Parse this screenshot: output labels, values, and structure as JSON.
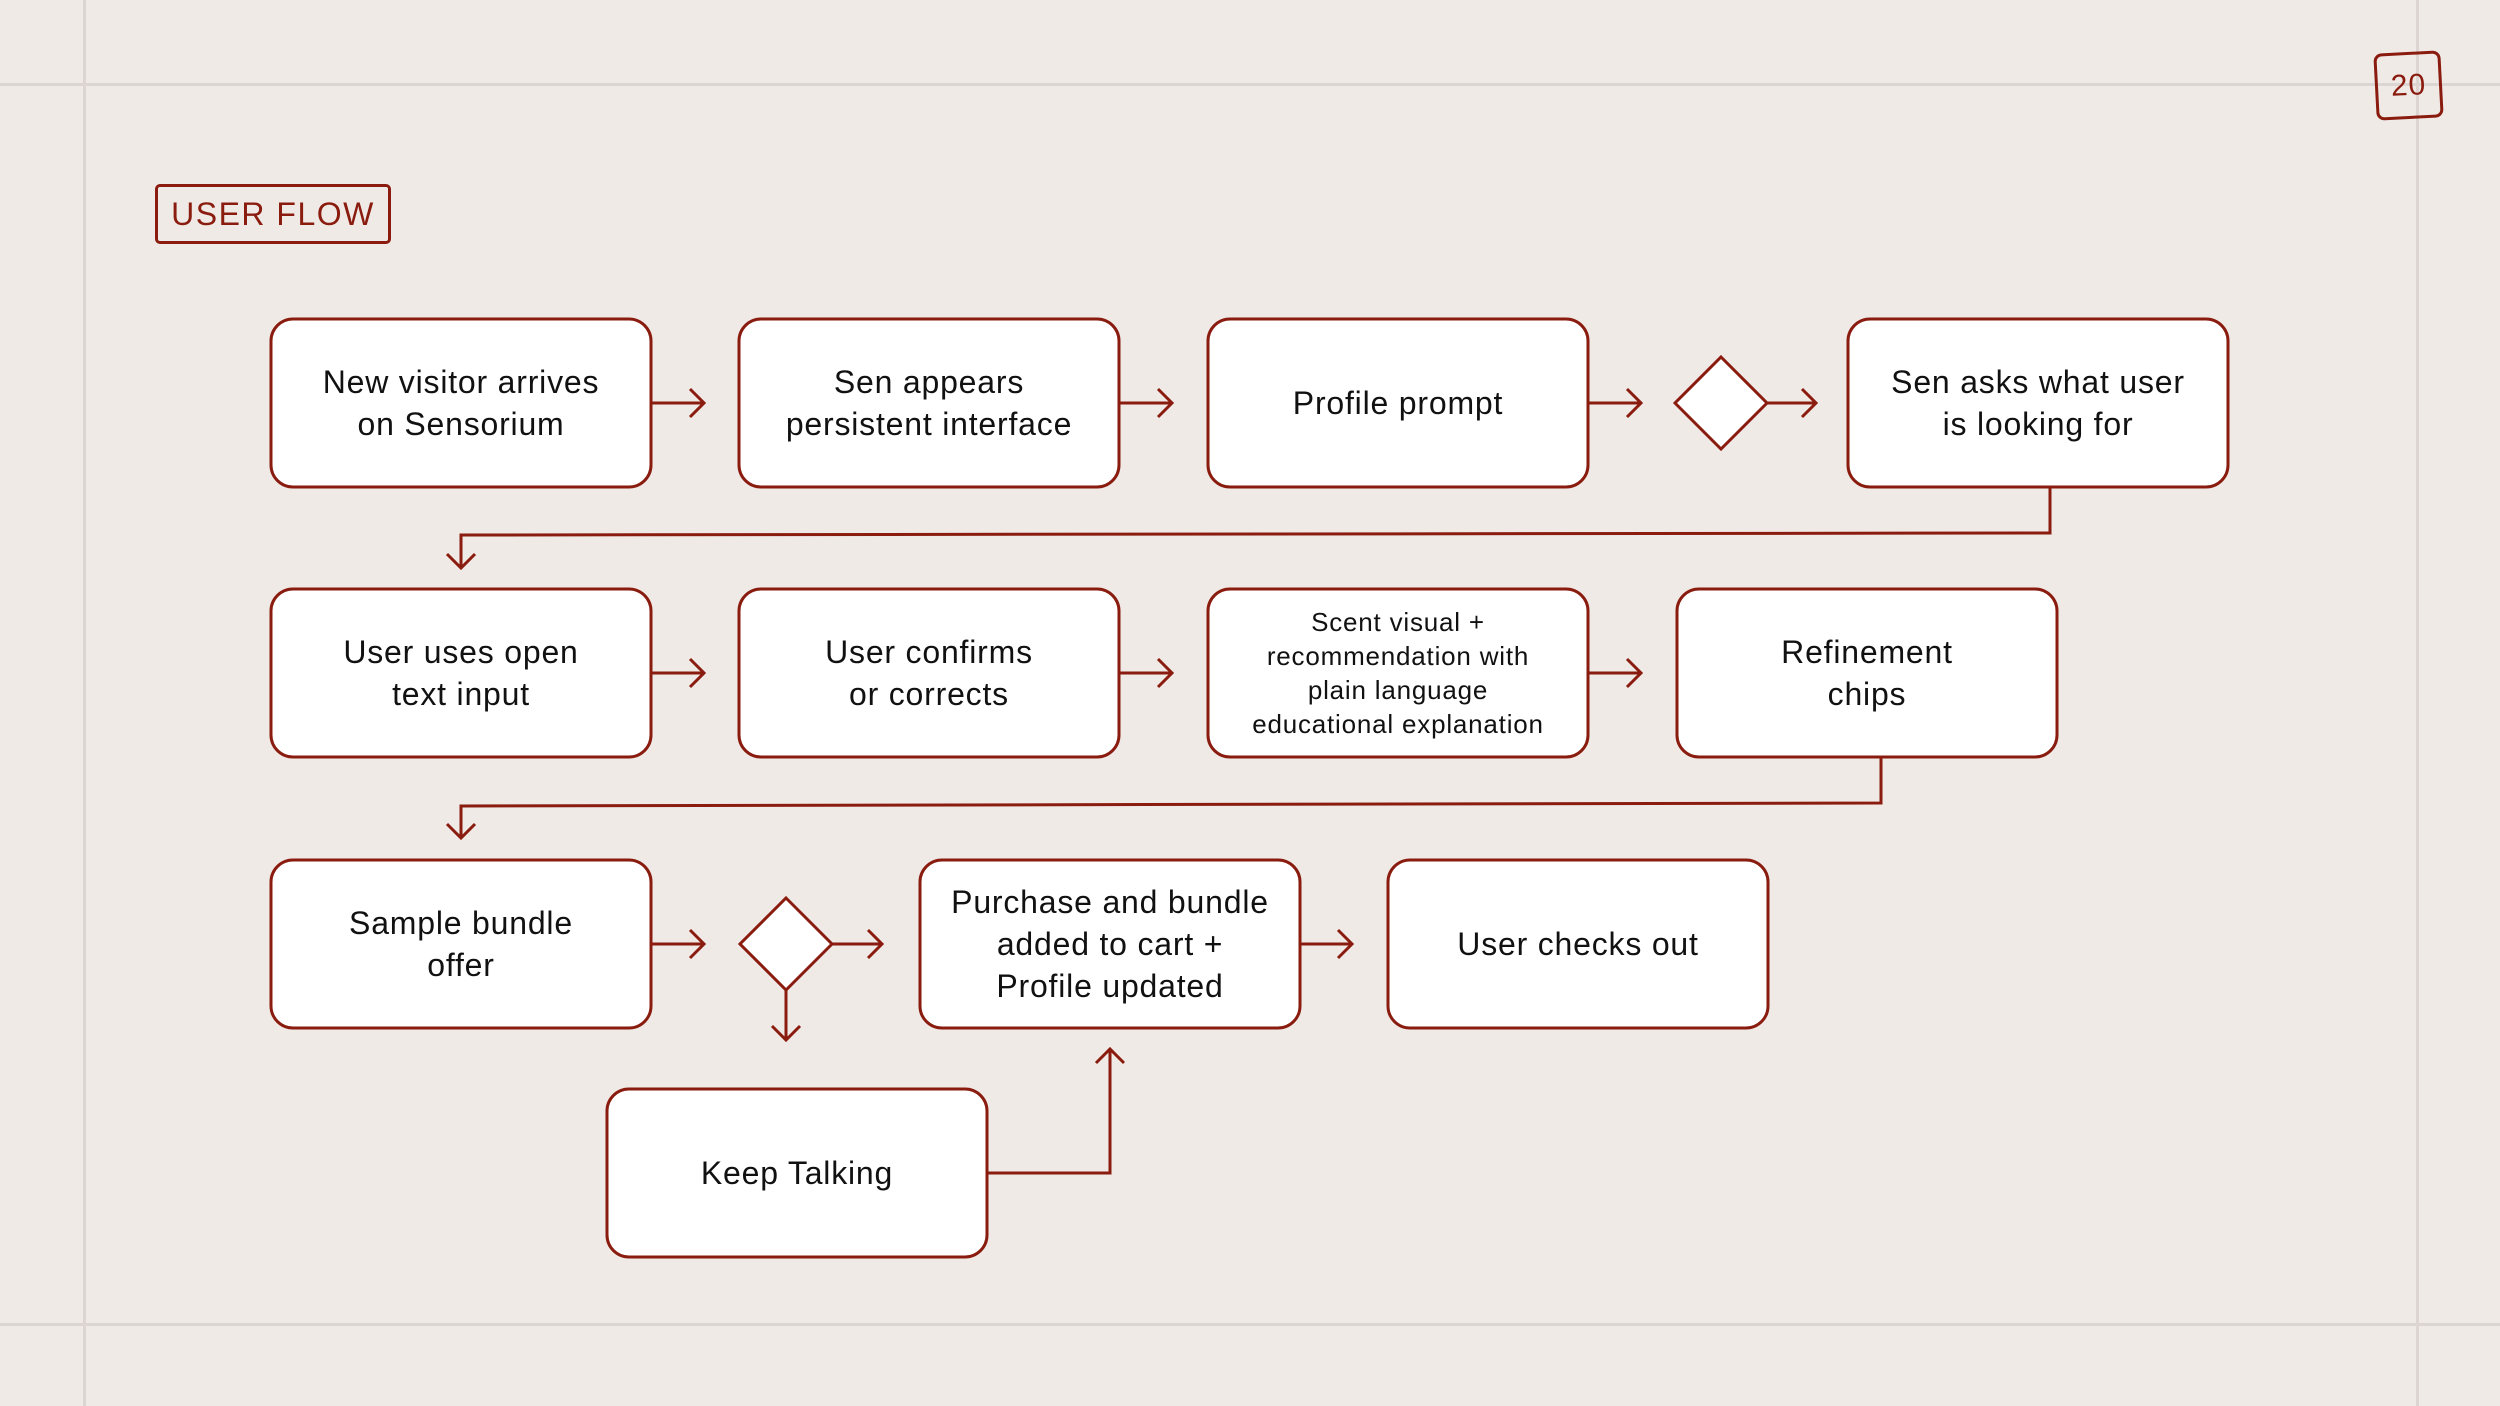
{
  "page_number": "20",
  "section_label": "USER FLOW",
  "colors": {
    "background": "#f0eae7",
    "accent": "#8a1c0f",
    "node_fill": "#ffffff",
    "guide": "#dcd5d1"
  },
  "nodes": [
    {
      "id": "n1",
      "lines": [
        "New visitor arrives",
        "on Sensorium"
      ]
    },
    {
      "id": "n2",
      "lines": [
        "Sen appears",
        "persistent interface"
      ]
    },
    {
      "id": "n3",
      "lines": [
        "Profile prompt"
      ]
    },
    {
      "id": "n4",
      "lines": [
        "Sen asks what user",
        "is looking for"
      ]
    },
    {
      "id": "n5",
      "lines": [
        "User uses open",
        "text input"
      ]
    },
    {
      "id": "n6",
      "lines": [
        "User confirms",
        "or corrects"
      ]
    },
    {
      "id": "n7",
      "lines": [
        "Scent visual +",
        "recommendation with",
        "plain language",
        "educational explanation"
      ]
    },
    {
      "id": "n8",
      "lines": [
        "Refinement",
        "chips"
      ]
    },
    {
      "id": "n9",
      "lines": [
        "Sample bundle",
        "offer"
      ]
    },
    {
      "id": "n10",
      "lines": [
        "Purchase and bundle",
        "added to cart +",
        "Profile updated"
      ]
    },
    {
      "id": "n11",
      "lines": [
        "User checks out"
      ]
    },
    {
      "id": "n12",
      "lines": [
        "Keep Talking"
      ]
    }
  ],
  "decisions": [
    {
      "id": "d1"
    },
    {
      "id": "d2"
    }
  ],
  "connections": [
    {
      "from": "n1",
      "to": "n2"
    },
    {
      "from": "n2",
      "to": "n3"
    },
    {
      "from": "n3",
      "to": "d1"
    },
    {
      "from": "d1",
      "to": "n4"
    },
    {
      "from": "n4",
      "to": "n5"
    },
    {
      "from": "n5",
      "to": "n6"
    },
    {
      "from": "n6",
      "to": "n7"
    },
    {
      "from": "n7",
      "to": "n8"
    },
    {
      "from": "n8",
      "to": "n9"
    },
    {
      "from": "n9",
      "to": "d2"
    },
    {
      "from": "d2",
      "to": "n10"
    },
    {
      "from": "d2",
      "to": "n12"
    },
    {
      "from": "n10",
      "to": "n11"
    },
    {
      "from": "n12",
      "to": "n10"
    }
  ]
}
